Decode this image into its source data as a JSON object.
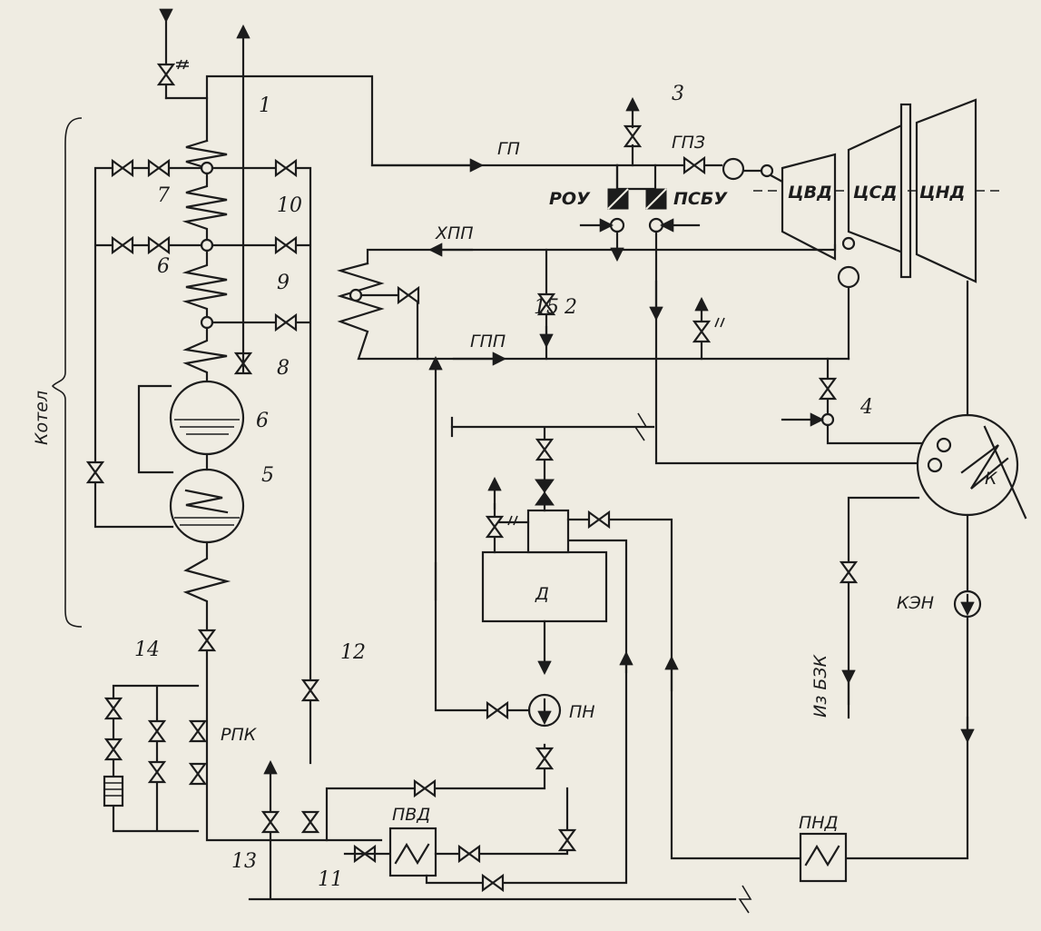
{
  "diagram": {
    "section_label": "Котел",
    "lines": {
      "live_steam": "ГП",
      "cold_reheat": "ХПП",
      "hot_reheat": "ГПП",
      "from_feed": "Из БЗК"
    },
    "equipment": {
      "hp_cylinder": "ЦВД",
      "ip_cylinder": "ЦСД",
      "lp_cylinder": "ЦНД",
      "condenser": "К",
      "deaerator": "Д",
      "feed_pump": "ПН",
      "condensate_pump": "КЭН",
      "hp_heater": "ПВД",
      "lp_heater": "ПНД",
      "main_steam_valve": "ГПЗ",
      "reducing_cooling_station": "РОУ",
      "bypass_station": "ПСБУ",
      "start_regulator": "РПК"
    },
    "callouts": [
      "1",
      "2",
      "3",
      "4",
      "5",
      "6",
      "7",
      "8",
      "9",
      "10",
      "11",
      "12",
      "13",
      "14",
      "15"
    ]
  }
}
